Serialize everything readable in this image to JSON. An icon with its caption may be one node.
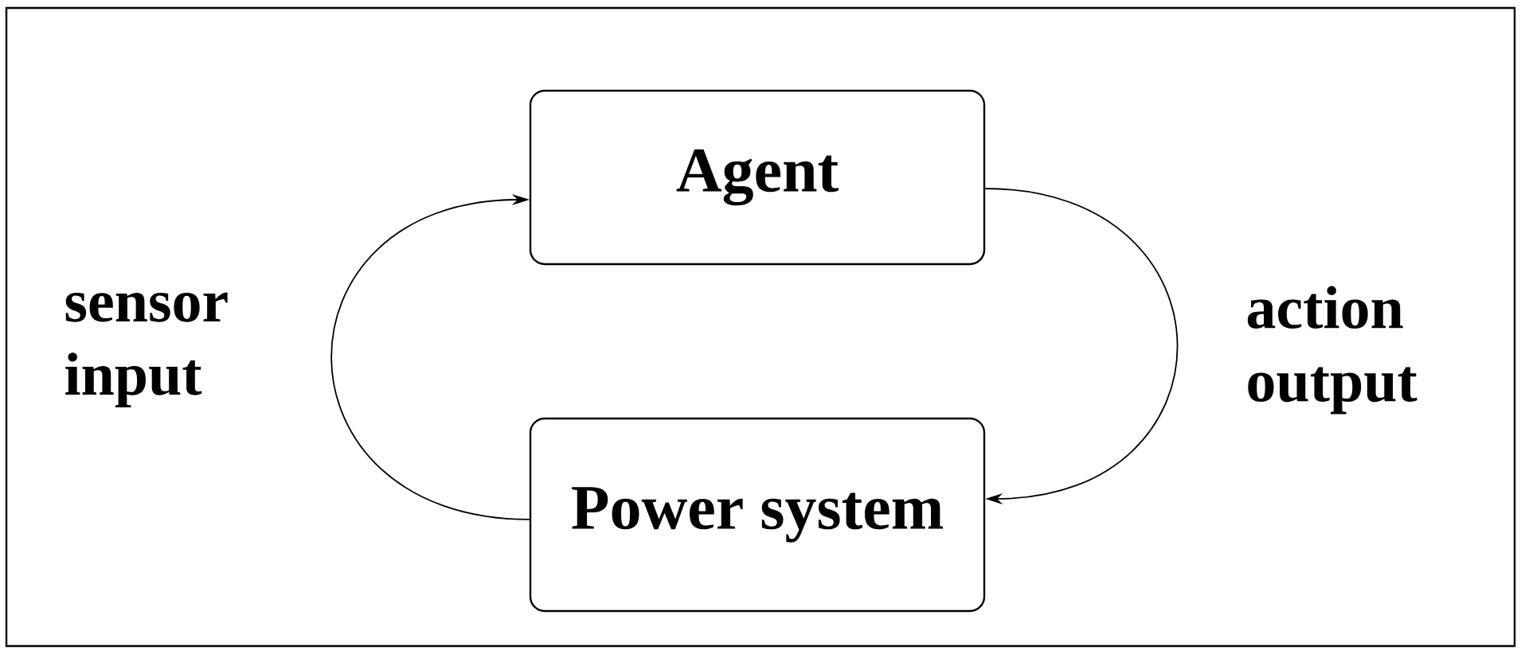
{
  "diagram": {
    "nodes": [
      {
        "text": [
          "Agent"
        ]
      },
      {
        "text": [
          "Power system"
        ]
      }
    ],
    "edges": [
      {
        "from": 1,
        "to": 0,
        "arrow": "to",
        "label": "sensor input"
      },
      {
        "from": 0,
        "to": 1,
        "arrow": "to",
        "label": "action output"
      }
    ]
  }
}
